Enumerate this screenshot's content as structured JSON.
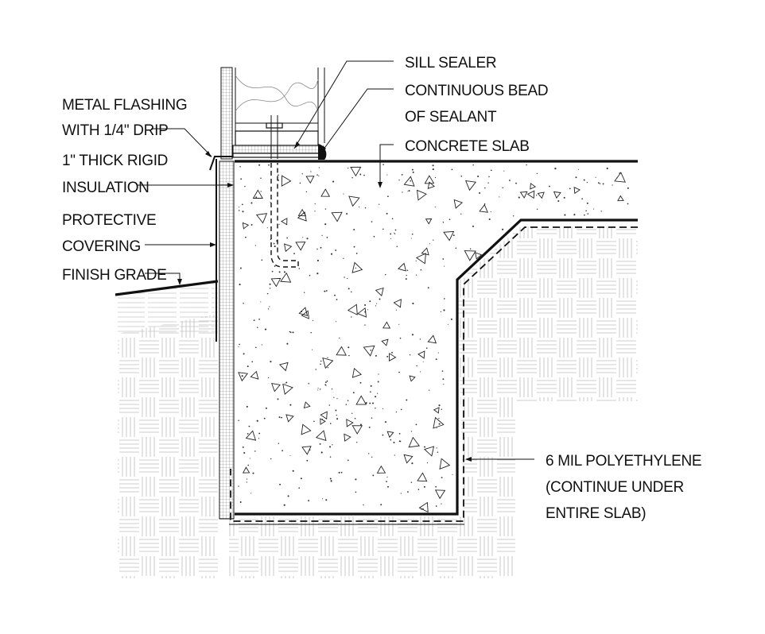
{
  "labels": {
    "sill_sealer": "SILL SEALER",
    "bead_line1": "CONTINUOUS BEAD",
    "bead_line2": "OF SEALANT",
    "concrete_slab": "CONCRETE SLAB",
    "flashing_line1": "METAL FLASHING",
    "flashing_line2": "WITH 1/4\" DRIP",
    "rigid_line1": "1\" THICK RIGID",
    "rigid_line2": "INSULATION",
    "covering_line1": "PROTECTIVE",
    "covering_line2": "COVERING",
    "finish_grade": "FINISH GRADE",
    "poly_line1": "6 MIL POLYETHYLENE",
    "poly_line2": "(CONTINUE UNDER",
    "poly_line3": "ENTIRE SLAB)"
  },
  "colors": {
    "linework": "#111111",
    "hatch": "#b9b9b9",
    "background": "#ffffff"
  }
}
